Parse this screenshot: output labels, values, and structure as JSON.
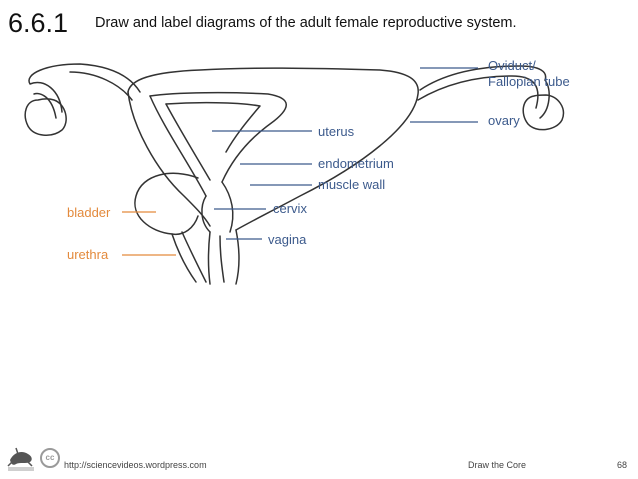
{
  "slide": {
    "number": "6.6.1",
    "title": "Draw and label diagrams of the adult female reproductive system."
  },
  "labels": {
    "oviduct_line1": "Oviduct/",
    "oviduct_line2": "Fallopian tube",
    "ovary": "ovary",
    "uterus": "uterus",
    "endometrium": "endometrium",
    "muscle_wall": "muscle wall",
    "cervix": "cervix",
    "vagina": "vagina",
    "bladder": "bladder",
    "urethra": "urethra"
  },
  "colors": {
    "label_blue": "#3c5a8c",
    "label_orange": "#e38a3c"
  },
  "footer": {
    "url": "http://sciencevideos.wordpress.com",
    "center": "Draw the Core",
    "page": "68",
    "cc_text": "cc"
  }
}
